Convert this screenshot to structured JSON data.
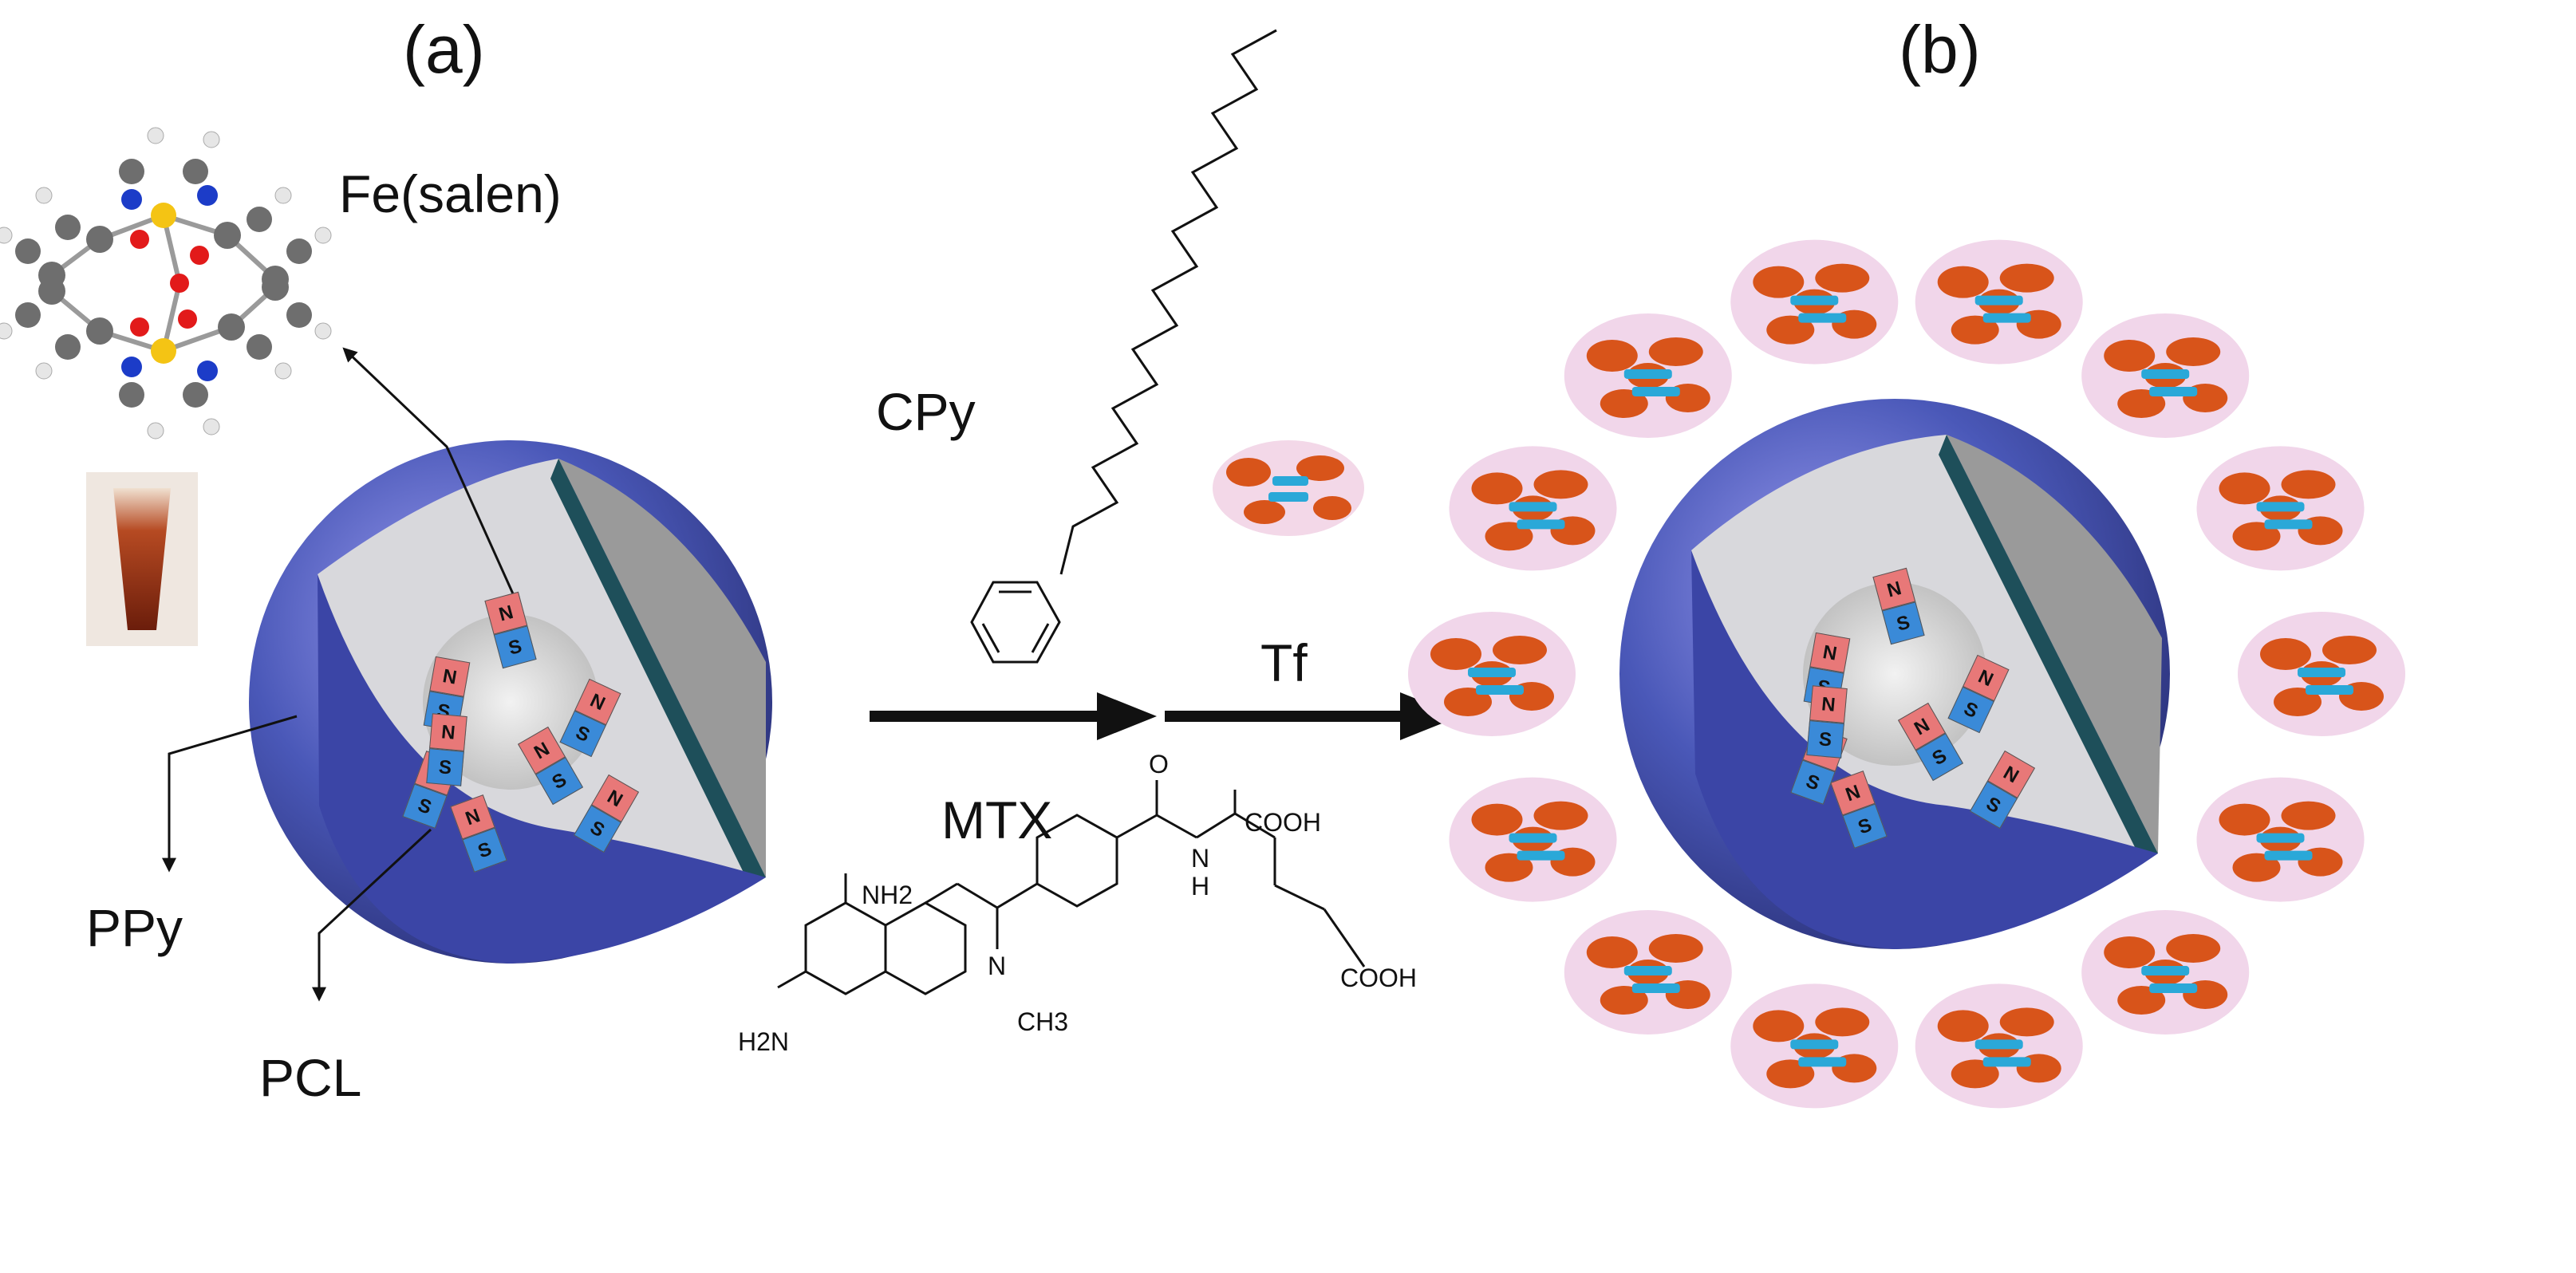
{
  "panels": {
    "a": "(a)",
    "b": "(b)"
  },
  "molecules": {
    "fe_salen": "Fe(salen)",
    "cpy": "CPy",
    "tf": "Tf",
    "mtx": "MTX",
    "ppy": "PPy",
    "pcl": "PCL"
  },
  "mtx_groups": {
    "nh2_top": "NH2",
    "h2n_left": "H2N",
    "n_ch3": "N",
    "ch3": "CH3",
    "cooh_top": "COOH",
    "cooh_right": "COOH",
    "nh": "N",
    "h": "H",
    "o": "O"
  },
  "magnet_letters": {
    "north": "N",
    "south": "S"
  },
  "colors": {
    "shell_blue": "#4a58b8",
    "shell_light": "#8f8fe0",
    "cut_dark": "#1e4f5a",
    "magnet_red": "#e87878",
    "magnet_blue": "#3a8ad8",
    "protein_orange": "#d8541a",
    "protein_cyan": "#2aa8d8"
  }
}
